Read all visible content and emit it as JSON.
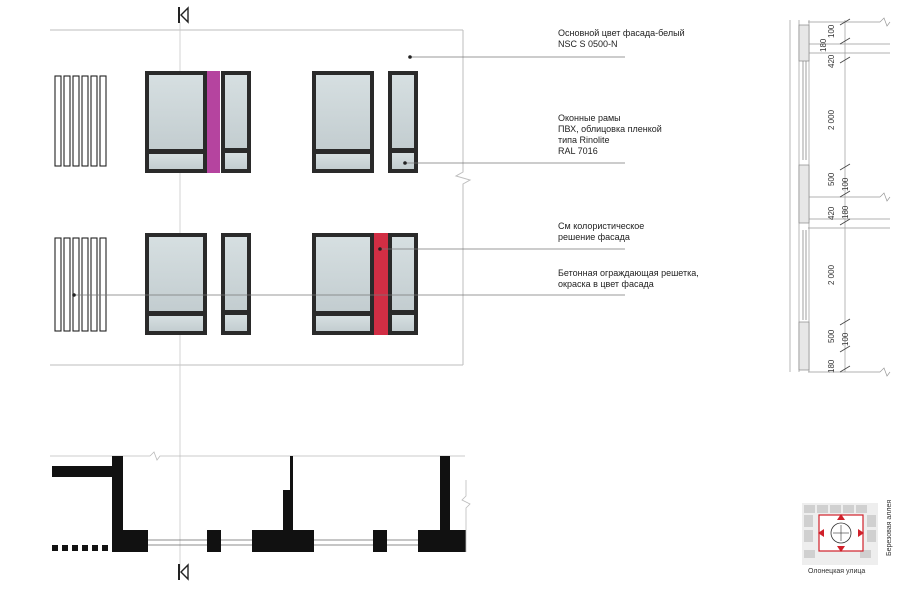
{
  "annotations": {
    "facade_color": [
      "Основной цвет фасада-белый",
      "NSC S 0500-N"
    ],
    "window_frames": [
      "Оконные рамы",
      "ПВХ, облицовка пленкой",
      "типа Rinolite",
      "RAL 7016"
    ],
    "color_scheme": [
      "См колористическое",
      "решение фасада"
    ],
    "concrete_grille": [
      "Бетонная ограждающая решетка,",
      "окраска в цвет фасада"
    ]
  },
  "section_dimensions": {
    "upper": [
      "100",
      "180",
      "420",
      "2 000",
      "500",
      "100"
    ],
    "lower": [
      "420",
      "180",
      "2 000",
      "500",
      "100",
      "180"
    ]
  },
  "location_plan": {
    "street_bottom": "Олонецкая улица",
    "street_right": "Березовая аллея"
  },
  "colors": {
    "accent_magenta": "#b5449f",
    "accent_red": "#d12e44",
    "glass": "#cfd8da",
    "frame": "#2a2a2a",
    "compass_red": "#d0202a"
  }
}
